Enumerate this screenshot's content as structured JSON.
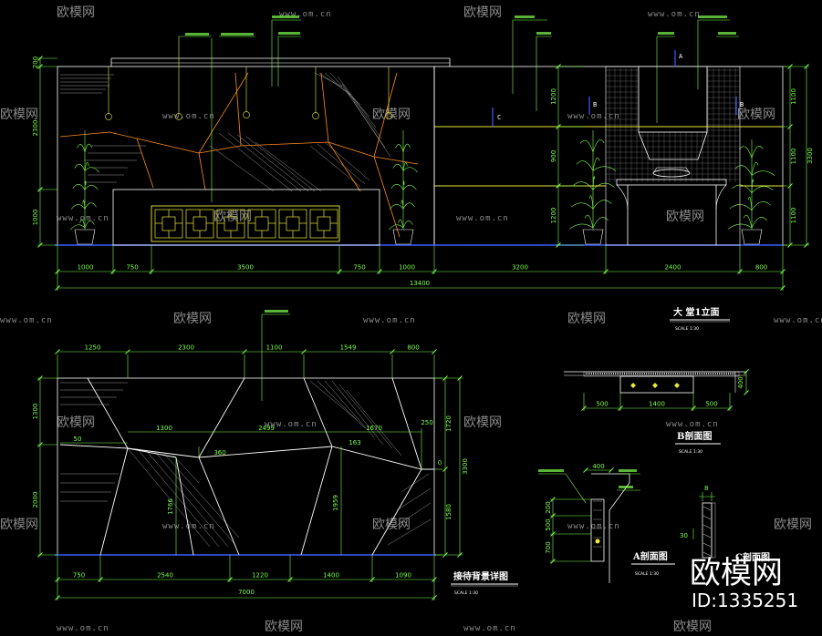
{
  "watermark": {
    "url": "www.om.cn",
    "brand": "欧模网"
  },
  "brand_logo": {
    "name": "欧模网",
    "id": "ID:1335251"
  },
  "views": {
    "elevation": {
      "title": "大 堂1立面",
      "scale": "SCALE 1:30",
      "dims_bottom": [
        "1000",
        "750",
        "3500",
        "750",
        "1000",
        "3200",
        "2400",
        "800"
      ],
      "total": "13400",
      "dims_left": [
        "200",
        "2300",
        "1000"
      ],
      "dims_mid": [
        "1200",
        "900",
        "1200"
      ],
      "dims_right": [
        "1100",
        "1100",
        "1100"
      ],
      "dims_right_total": "3300",
      "tags": [
        "A",
        "B",
        "B",
        "C"
      ]
    },
    "detail": {
      "title": "接待背景详图",
      "scale": "SCALE 1:30",
      "dims_top": [
        "1250",
        "2300",
        "1100",
        "1549",
        "800"
      ],
      "dims_bottom": [
        "750",
        "2540",
        "1220",
        "1400",
        "1090"
      ],
      "total": "7000",
      "dims_left": [
        "1300",
        "2000"
      ],
      "dims_right": [
        "1720",
        "1580"
      ],
      "dims_right_total": "3300",
      "inner": [
        "50",
        "1300",
        "2499",
        "1670",
        "250",
        "360",
        "163",
        "0",
        "1766",
        "1959"
      ]
    },
    "section_b": {
      "title": "B剖面图",
      "scale": "SCALE 1:30",
      "dims": [
        "500",
        "1400",
        "500"
      ],
      "side": "400"
    },
    "section_a": {
      "title": "A剖面图",
      "scale": "SCALE 1:30",
      "top": "400",
      "dims": [
        "200",
        "500",
        "700"
      ]
    },
    "section_c": {
      "title": "C剖面图",
      "dims": [
        "8",
        "30"
      ]
    }
  }
}
